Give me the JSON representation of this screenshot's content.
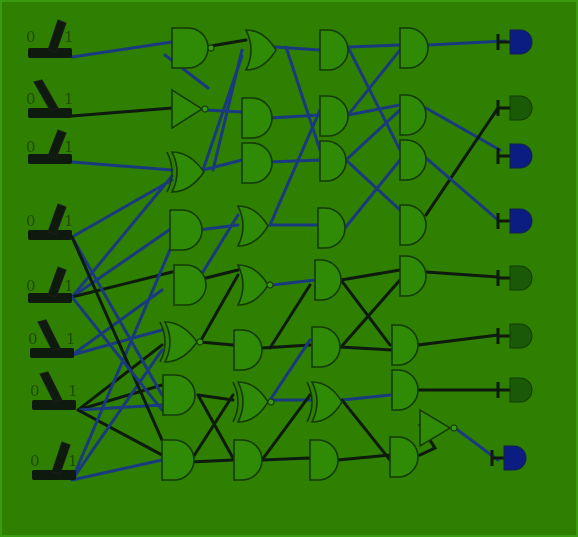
{
  "board": {
    "background": "#2f7f00",
    "border": "#3a9a10"
  },
  "switches": [
    {
      "id": "sw1",
      "off_label": "0",
      "on_label": "1",
      "state": "on"
    },
    {
      "id": "sw2",
      "off_label": "0",
      "on_label": "1",
      "state": "off"
    },
    {
      "id": "sw3",
      "off_label": "0",
      "on_label": "1",
      "state": "on"
    },
    {
      "id": "sw4",
      "off_label": "0",
      "on_label": "1",
      "state": "on"
    },
    {
      "id": "sw5",
      "off_label": "0",
      "on_label": "1",
      "state": "on"
    },
    {
      "id": "sw6",
      "off_label": "0",
      "on_label": "1",
      "state": "off"
    },
    {
      "id": "sw7",
      "off_label": "0",
      "on_label": "1",
      "state": "off"
    },
    {
      "id": "sw8",
      "off_label": "0",
      "on_label": "1",
      "state": "on"
    }
  ],
  "outputs": [
    {
      "id": "led1",
      "state": "on"
    },
    {
      "id": "led2",
      "state": "off"
    },
    {
      "id": "led3",
      "state": "on"
    },
    {
      "id": "led4",
      "state": "on"
    },
    {
      "id": "led5",
      "state": "off"
    },
    {
      "id": "led6",
      "state": "off"
    },
    {
      "id": "led7",
      "state": "off"
    },
    {
      "id": "led8",
      "state": "on"
    }
  ],
  "colors": {
    "wire_active": "#1a3a80",
    "wire_inactive": "#0d1a0d",
    "led_on": "#0b1d80",
    "led_off": "#1a5a06"
  }
}
